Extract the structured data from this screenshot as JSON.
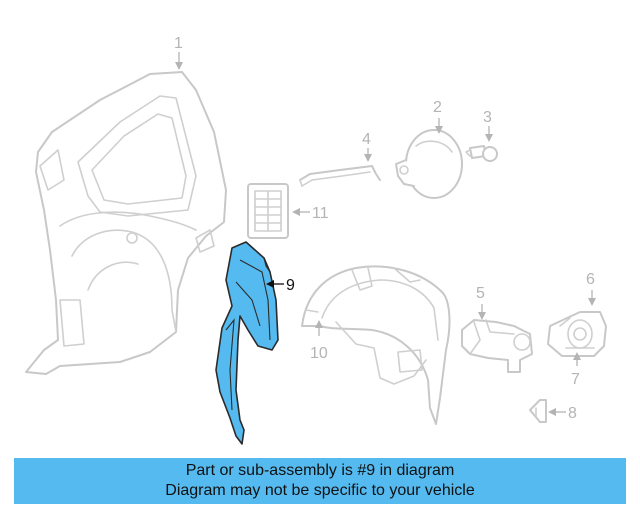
{
  "callouts": {
    "c1": "1",
    "c2": "2",
    "c3": "3",
    "c4": "4",
    "c5": "5",
    "c6": "6",
    "c7": "7",
    "c8": "8",
    "c9": "9",
    "c10": "10",
    "c11": "11"
  },
  "highlight_part": "9",
  "colors": {
    "highlight": "#55baf0",
    "outline": "#c8c8c8",
    "banner": "#55baf0"
  },
  "banner": {
    "line1": "Part or sub-assembly is #9 in diagram",
    "line2": "Diagram may not be specific to your vehicle"
  }
}
